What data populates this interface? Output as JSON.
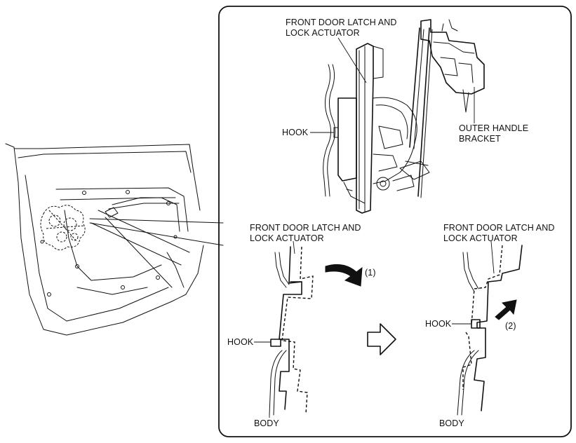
{
  "labels": {
    "latch_top_line1": "FRONT DOOR LATCH AND",
    "latch_top_line2": "LOCK ACTUATOR",
    "hook_top": "HOOK",
    "outer_handle_line1": "OUTER HANDLE",
    "outer_handle_line2": "BRACKET",
    "latch_left_line1": "FRONT DOOR LATCH AND",
    "latch_left_line2": "LOCK ACTUATOR",
    "latch_right_line1": "FRONT DOOR LATCH AND",
    "latch_right_line2": "LOCK ACTUATOR",
    "hook_left": "HOOK",
    "hook_right": "HOOK",
    "step1": "(1)",
    "step2": "(2)",
    "body_left": "BODY",
    "body_right": "BODY"
  },
  "icons": {
    "rotate_arrow": "curved-arrow-icon",
    "push_arrow": "diagonal-arrow-icon",
    "transition_arrow": "hollow-right-arrow-icon"
  },
  "colors": {
    "line": "#111111",
    "background": "#ffffff"
  }
}
